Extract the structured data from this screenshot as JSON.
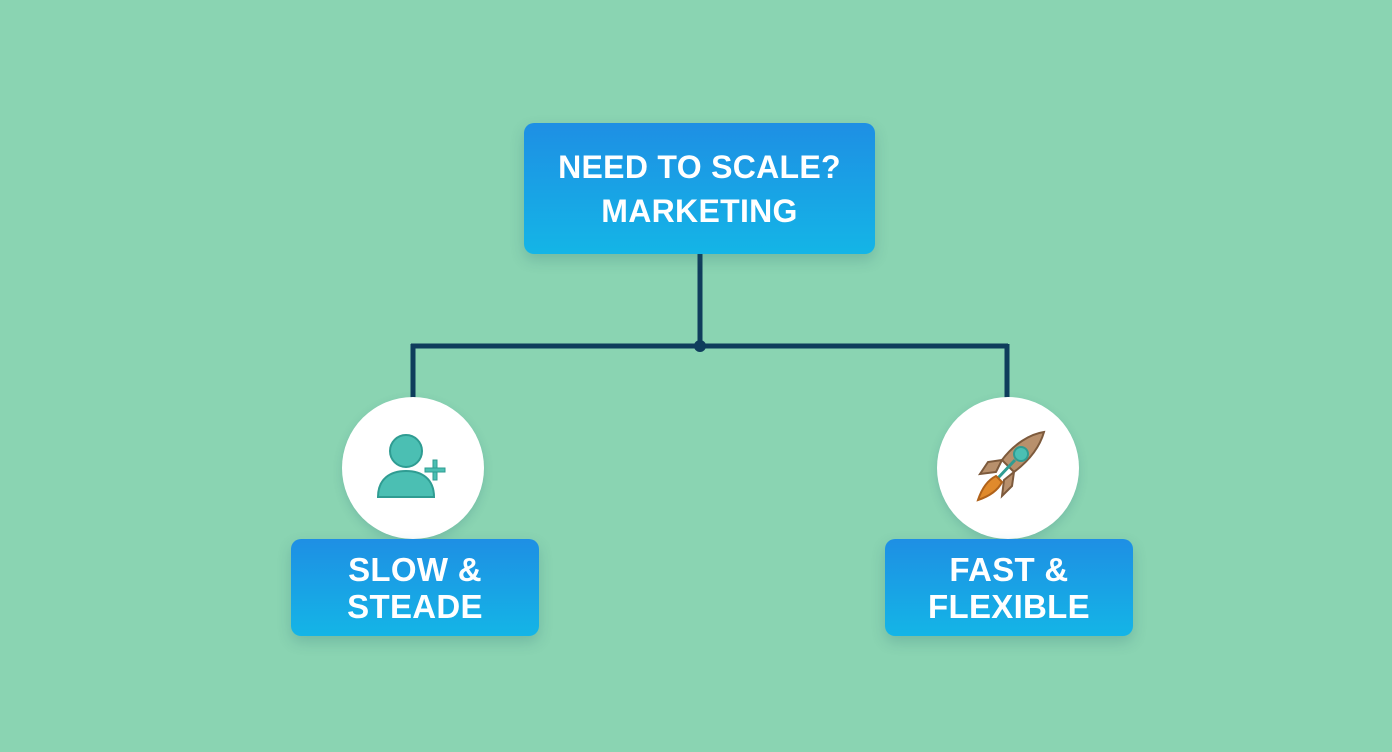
{
  "root": {
    "line1": "NEED TO SCALE?",
    "line2": "MARKETING"
  },
  "options": [
    {
      "line1": "SLOW &",
      "line2": "STEADE",
      "icon": "user-add-icon"
    },
    {
      "line1": "FAST &",
      "line2": "FLEXIBLE",
      "icon": "rocket-icon"
    }
  ],
  "colors": {
    "background": "#8ad4b2",
    "box_top": "#1e8fe4",
    "box_bottom": "#14b5e6",
    "connector": "#0f3d5c",
    "user_icon": "#4bbfb3",
    "rocket_body": "#b8906c",
    "rocket_accent": "#4bbfb3",
    "flame": "#e08a2c"
  }
}
